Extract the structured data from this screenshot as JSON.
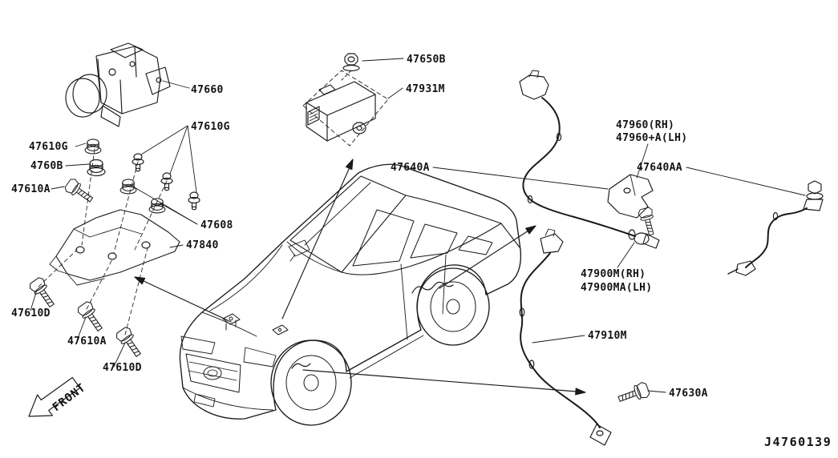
{
  "colors": {
    "line": "#1a1a1a",
    "background": "#ffffff"
  },
  "diagram": {
    "drawing_number": "J4760139",
    "front_label": "FRONT",
    "callouts": {
      "nut_top": "47650B",
      "control_module": "47931M",
      "actuator": "47660",
      "grommet_group": "47610G",
      "grommet_left": "47610G",
      "insulator_left": "4760B",
      "bolt_a_upper": "47610A",
      "insulator_group": "47608",
      "bracket": "47840",
      "bolt_d_left": "47610D",
      "bolt_a_lower": "47610A",
      "bolt_d_lower": "47610D",
      "front_sensor_rh": "47960(RH)",
      "front_sensor_lh": "47960+A(LH)",
      "sensor_bracket": "47640A",
      "sensor_bracket_aa": "47640AA",
      "front_harness_rh": "47900M(RH)",
      "front_harness_lh": "47900MA(LH)",
      "rear_sensor": "47910M",
      "bolt_rear_sensor": "47630A"
    }
  }
}
